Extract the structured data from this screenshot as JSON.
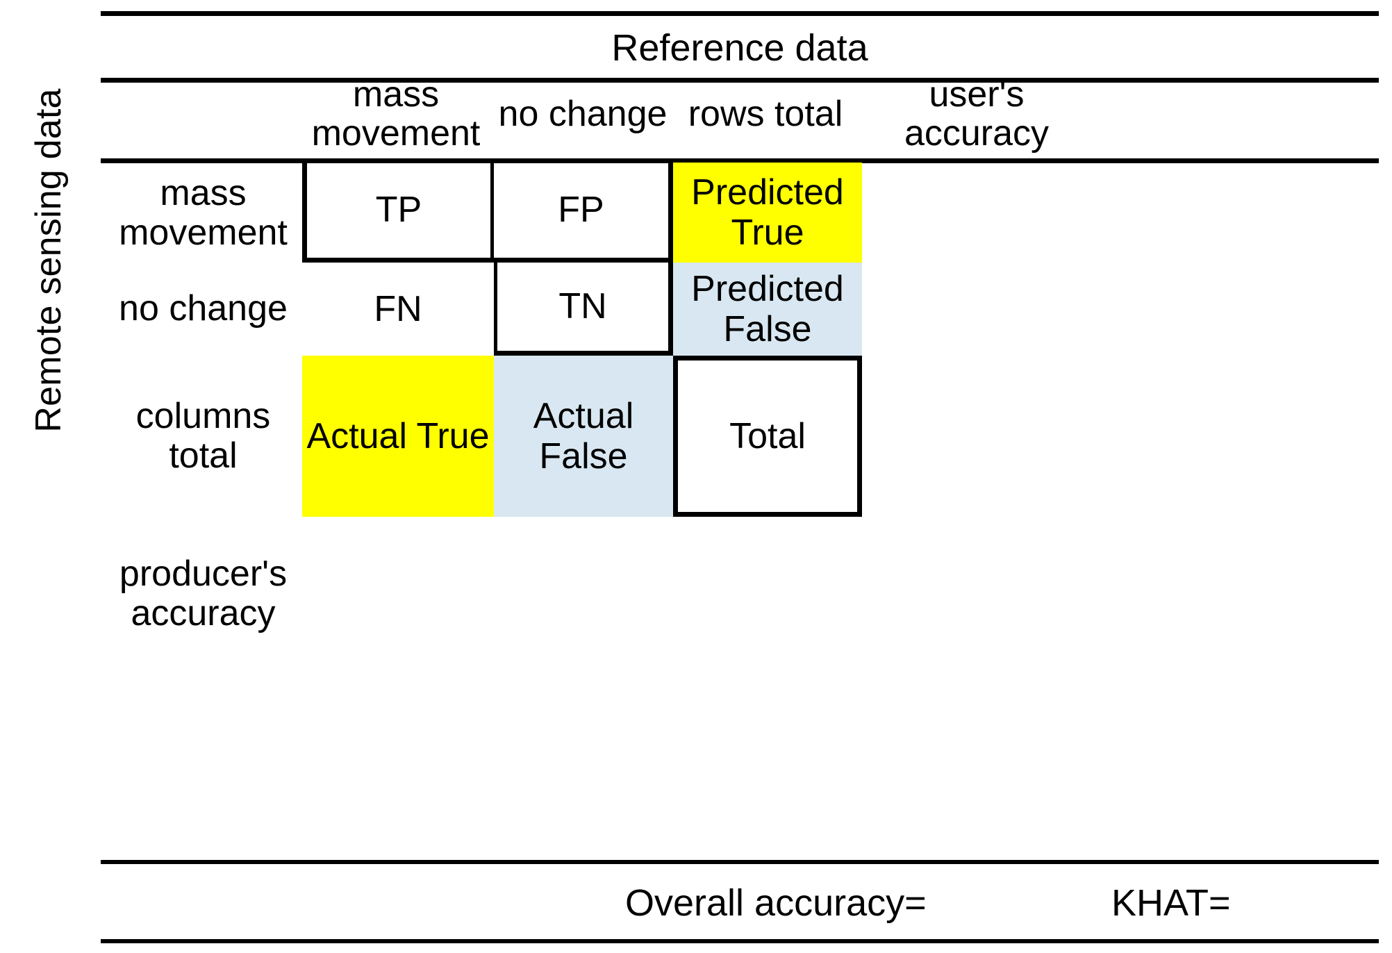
{
  "axis": {
    "vertical_label": "Remote sensing data",
    "horizontal_label": "Reference data"
  },
  "columns": {
    "mass_movement": "mass movement",
    "no_change": "no change",
    "rows_total": "rows total",
    "users_accuracy": "user's accuracy"
  },
  "rows": {
    "mass_movement": "mass movement",
    "no_change": "no change",
    "columns_total": "columns total",
    "producers_accuracy": "producer's accuracy"
  },
  "cells": {
    "tp": "TP",
    "fp": "FP",
    "predicted_true": "Predicted True",
    "fn": "FN",
    "tn": "TN",
    "predicted_false": "Predicted False",
    "actual_true": "Actual True",
    "actual_false": "Actual False",
    "total": "Total"
  },
  "footer": {
    "overall_accuracy": "Overall accuracy=",
    "khat": "KHAT="
  },
  "colors": {
    "highlight_true": "#FFFF00",
    "highlight_false": "#D8E7F1",
    "rule": "#000000",
    "background": "#FFFFFF"
  },
  "chart_data": {
    "type": "table",
    "title": "Confusion matrix template for change detection accuracy assessment",
    "row_axis_label": "Remote sensing data",
    "column_axis_label": "Reference data",
    "columns": [
      "mass movement",
      "no change",
      "rows total",
      "user's accuracy"
    ],
    "rows": [
      "mass movement",
      "no change",
      "columns total",
      "producer's accuracy"
    ],
    "values": [
      [
        "TP",
        "FP",
        "Predicted True",
        ""
      ],
      [
        "FN",
        "TN",
        "Predicted False",
        ""
      ],
      [
        "Actual True",
        "Actual False",
        "Total",
        ""
      ],
      [
        "",
        "",
        "",
        ""
      ]
    ],
    "cell_highlights": [
      [
        "none",
        "none",
        "yellow",
        "none"
      ],
      [
        "none",
        "none",
        "lightblue",
        "none"
      ],
      [
        "yellow",
        "lightblue",
        "boxed",
        "none"
      ],
      [
        "none",
        "none",
        "none",
        "none"
      ]
    ],
    "footer_metrics": [
      "Overall accuracy=",
      "KHAT="
    ],
    "legend": [
      {
        "label": "Predicted True / Actual True",
        "color": "#FFFF00"
      },
      {
        "label": "Predicted False / Actual False",
        "color": "#D8E7F1"
      }
    ],
    "grid": true
  }
}
